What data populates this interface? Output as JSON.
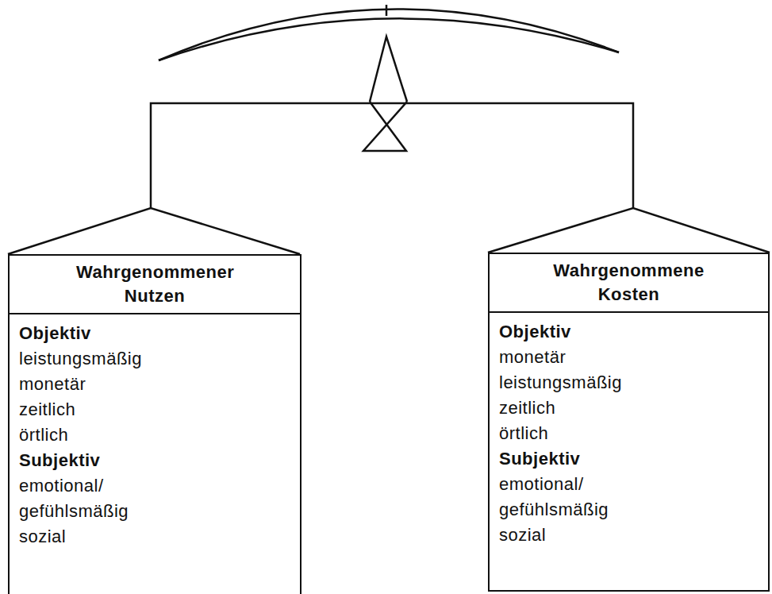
{
  "diagram": {
    "nodes": [
      {
        "text": [
          "Wahrgenommener Nutzen",
          "Objektiv",
          "leistungsmäßig",
          "monetär",
          "zeitlich",
          "örtlich",
          "Subjektiv",
          "emotional/ gefühlsmäßig",
          "sozial"
        ]
      },
      {
        "text": [
          "Wahrgenommene Kosten",
          "Objektiv",
          "monetär",
          "leistungsmäßig",
          "zeitlich",
          "örtlich",
          "Subjektiv",
          "emotional/ gefühlsmäßig",
          "sozial"
        ]
      }
    ]
  }
}
